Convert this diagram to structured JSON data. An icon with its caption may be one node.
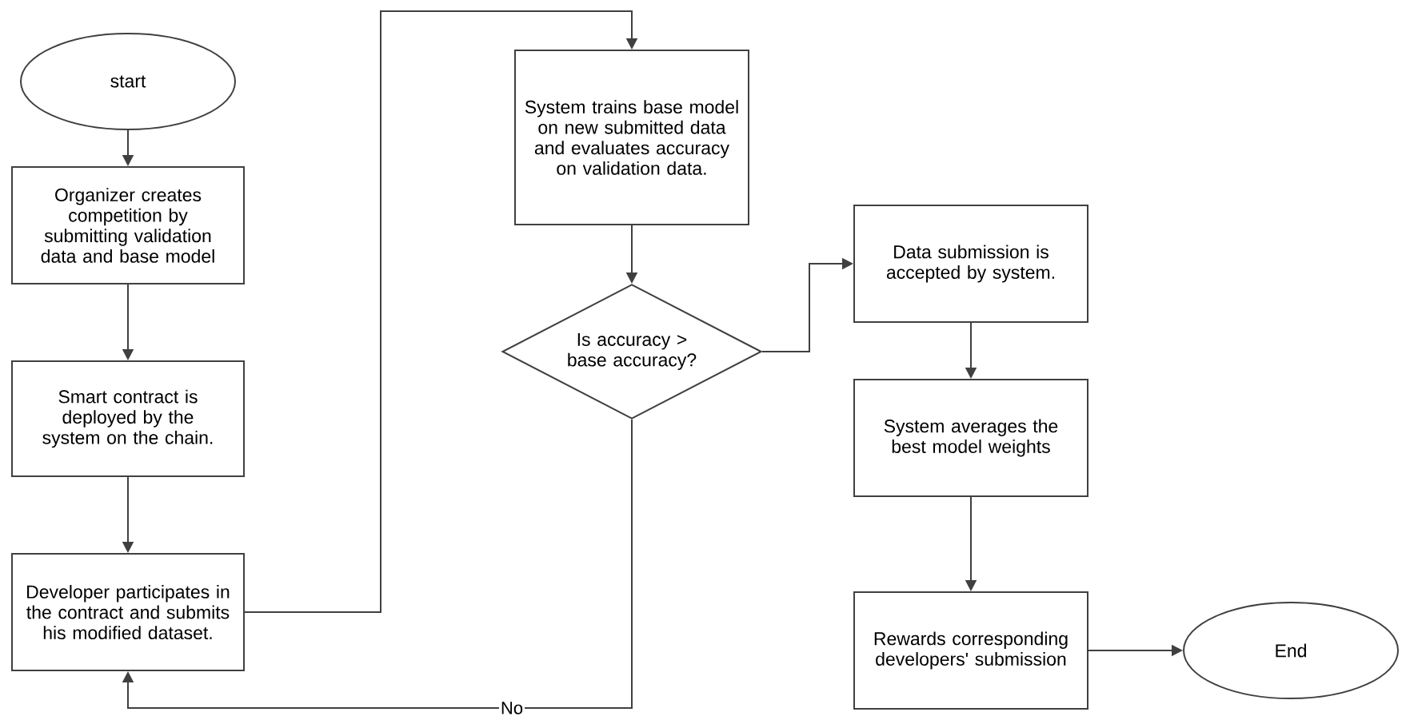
{
  "diagram": {
    "nodes": [
      {
        "text": [
          "start"
        ]
      },
      {
        "text": [
          "Organizer creates competition by submitting validation data and base model"
        ]
      },
      {
        "text": [
          "Smart contract is deployed by the system on the chain."
        ]
      },
      {
        "text": [
          "Developer participates in the contract and submits his modified dataset."
        ]
      },
      {
        "text": [
          "System trains base model on new submitted data and evaluates accuracy on validation data."
        ]
      },
      {
        "text": [
          "Is accuracy > base accuracy?"
        ]
      },
      {
        "text": [
          "Data submission is accepted by system."
        ]
      },
      {
        "text": [
          "System averages the best model weights"
        ]
      },
      {
        "text": [
          "Rewards corresponding developers' submission"
        ]
      },
      {
        "text": [
          "End"
        ]
      }
    ],
    "edges": [
      {
        "from": 0,
        "to": 1,
        "arrow": "to"
      },
      {
        "from": 1,
        "to": 2,
        "arrow": "to"
      },
      {
        "from": 2,
        "to": 3,
        "arrow": "to"
      },
      {
        "from": 3,
        "to": 4,
        "arrow": "to"
      },
      {
        "from": 4,
        "to": 5,
        "arrow": "to"
      },
      {
        "from": 5,
        "to": 6,
        "arrow": "to"
      },
      {
        "from": 5,
        "to": 3,
        "arrow": "to",
        "label": "No"
      },
      {
        "from": 6,
        "to": 7,
        "arrow": "to"
      },
      {
        "from": 7,
        "to": 8,
        "arrow": "to"
      },
      {
        "from": 8,
        "to": 9,
        "arrow": "to"
      }
    ]
  }
}
